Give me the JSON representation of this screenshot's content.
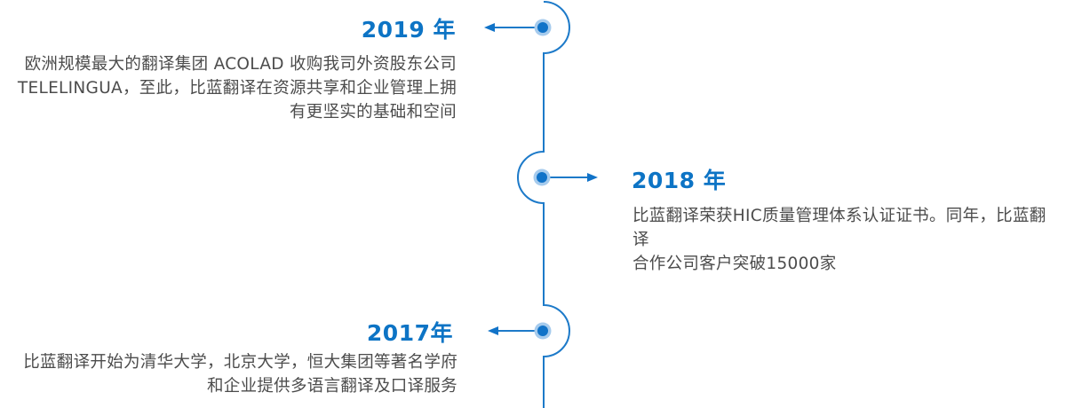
{
  "colors": {
    "accent": "#0d74c5",
    "line": "#1d7ac9",
    "dot": "#1173c8",
    "dot_halo": "#a6cbed",
    "body_text": "#4c4c4c",
    "background": "#ffffff"
  },
  "timeline": {
    "milestones": [
      {
        "year": "2019 年",
        "side": "left",
        "description": "欧洲规模最大的翻译集团 ACOLAD 收购我司外资股东公司\nTELELINGUA，至此，比蓝翻译在资源共享和企业管理上拥\n有更坚实的基础和空间"
      },
      {
        "year": "2018 年",
        "side": "right",
        "description": "比蓝翻译荣获HIC质量管理体系认证证书。同年，比蓝翻译\n合作公司客户突破15000家"
      },
      {
        "year": "2017年",
        "side": "left",
        "description": "比蓝翻译开始为清华大学，北京大学，恒大集团等著名学府\n和企业提供多语言翻译及口译服务"
      }
    ]
  }
}
